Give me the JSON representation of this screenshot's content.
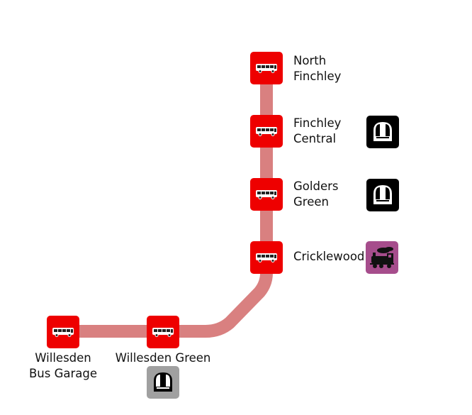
{
  "route": {
    "line_color": "#d98080",
    "stop_color": "#ee0000"
  },
  "stops": [
    {
      "id": "north-finchley",
      "name_lines": [
        "North",
        "Finchley"
      ],
      "icon": "bus-icon"
    },
    {
      "id": "finchley-central",
      "name_lines": [
        "Finchley",
        "Central"
      ],
      "icon": "bus-icon",
      "interchange": {
        "type": "underground",
        "icon": "underground-train-icon",
        "color": "#000000"
      }
    },
    {
      "id": "golders-green",
      "name_lines": [
        "Golders",
        "Green"
      ],
      "icon": "bus-icon",
      "interchange": {
        "type": "underground",
        "icon": "underground-train-icon",
        "color": "#000000"
      }
    },
    {
      "id": "cricklewood",
      "name_lines": [
        "Cricklewood"
      ],
      "icon": "bus-icon",
      "interchange": {
        "type": "national-rail",
        "icon": "steam-train-icon",
        "color": "#a64d8c"
      }
    },
    {
      "id": "willesden-green",
      "name_lines": [
        "Willesden Green"
      ],
      "icon": "bus-icon",
      "interchange": {
        "type": "underground",
        "icon": "underground-train-icon",
        "color": "#a0a0a0"
      }
    },
    {
      "id": "willesden-bus-garage",
      "name_lines": [
        "Willesden",
        "Bus Garage"
      ],
      "icon": "bus-icon"
    }
  ]
}
